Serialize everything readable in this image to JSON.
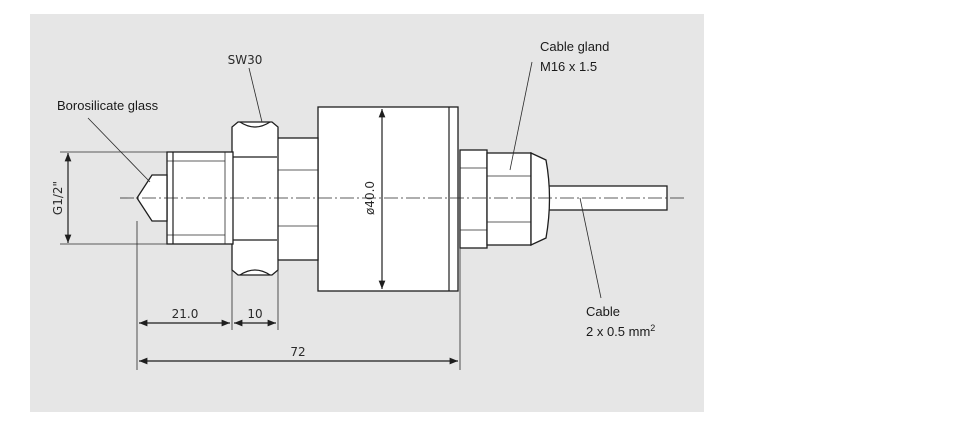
{
  "labels": {
    "sw30": "SW30",
    "borosilicate": "Borosilicate glass",
    "cable_gland_line1": "Cable gland",
    "cable_gland_line2": "M16 x 1.5",
    "cable_line1": "Cable",
    "cable_line2": "2 x 0.5 mm",
    "cable_line2_sup": "2",
    "thread": "G1/2\"",
    "diameter": "ø40.0",
    "dim_21": "21.0",
    "dim_10": "10",
    "dim_72": "72"
  },
  "colors": {
    "panel": "#e6e6e6",
    "stroke": "#1e1e1e",
    "part_fill": "#ffffff"
  }
}
